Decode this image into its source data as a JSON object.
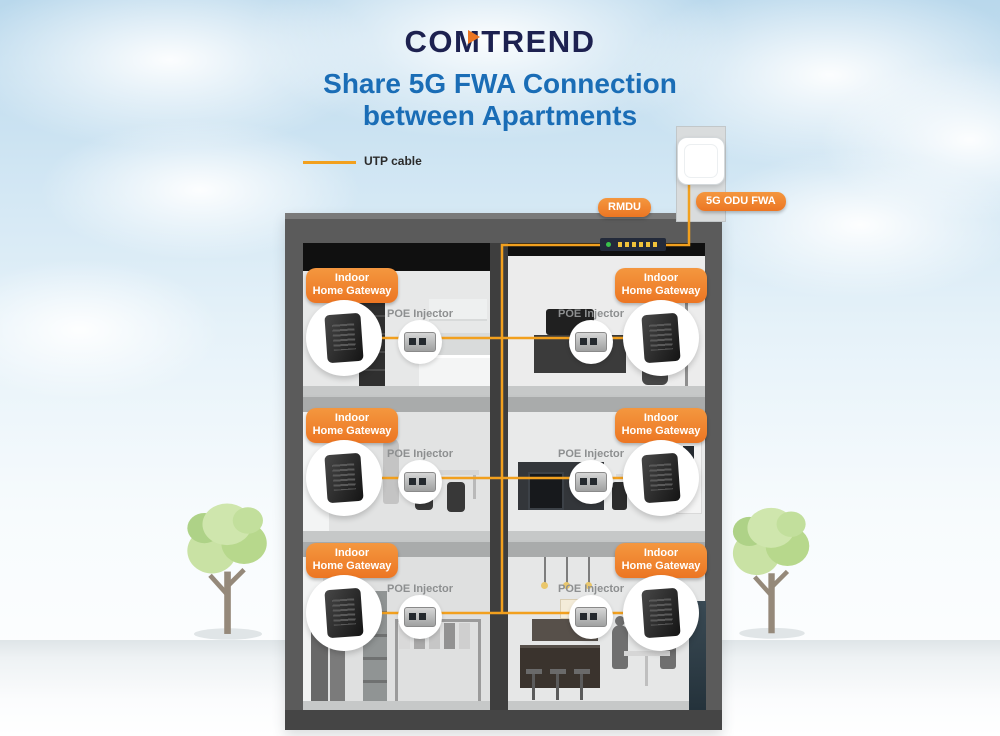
{
  "logo": {
    "pre": "COM",
    "t": "T",
    "post": "REND"
  },
  "title": {
    "line1": "Share 5G FWA Connection",
    "line2": "between Apartments"
  },
  "legend": {
    "utp_label": "UTP cable"
  },
  "rooftop": {
    "rmdu_label": "RMDU",
    "odu_label": "5G ODU FWA"
  },
  "apartments": [
    {
      "id": "top-left",
      "gateway_line1": "Indoor",
      "gateway_line2": "Home Gateway",
      "poe_label": "POE Injector"
    },
    {
      "id": "top-right",
      "gateway_line1": "Indoor",
      "gateway_line2": "Home Gateway",
      "poe_label": "POE Injector"
    },
    {
      "id": "middle-left",
      "gateway_line1": "Indoor",
      "gateway_line2": "Home Gateway",
      "poe_label": "POE Injector"
    },
    {
      "id": "middle-right",
      "gateway_line1": "Indoor",
      "gateway_line2": "Home Gateway",
      "poe_label": "POE Injector"
    },
    {
      "id": "bottom-left",
      "gateway_line1": "Indoor",
      "gateway_line2": "Home Gateway",
      "poe_label": "POE Injector"
    },
    {
      "id": "bottom-right",
      "gateway_line1": "Indoor",
      "gateway_line2": "Home Gateway",
      "poe_label": "POE Injector"
    }
  ],
  "colors": {
    "badge_orange": "#ec7623",
    "cable_orange": "#f2a01e",
    "title_blue": "#1a6db6",
    "logo_navy": "#1d2150"
  }
}
